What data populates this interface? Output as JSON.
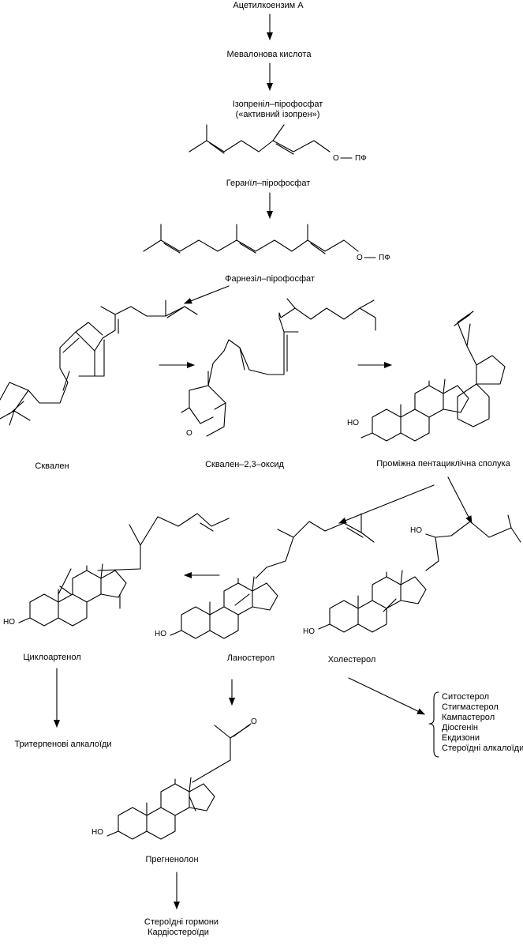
{
  "labels": {
    "acetyl_coa": "Ацетилкоензим А",
    "mevalonic_acid": "Мевалонова кислота",
    "isopentenyl_pp_line1": "Ізопреніл–пірофосфат",
    "isopentenyl_pp_line2": "(«активний ізопрен»)",
    "geranyl_pp": "Геранїл–пірофосфат",
    "farnesyl_pp": "Фарнезіл–пірофосфат",
    "squalene": "Сквален",
    "squalene_oxide": "Сквален–2,3–оксид",
    "pentacyclic": "Проміжна пентациклічна сполука",
    "cycloartenol": "Циклоартенол",
    "lanosterol": "Ланостерол",
    "cholesterol": "Холестерол",
    "triterpene_alkaloids": "Тритерпенові алкалоїди",
    "pregnenolone": "Прегненолон",
    "steroid_hormones": "Стероїдні гормони",
    "cardiosteroids": "Кардіостероїди"
  },
  "atoms": {
    "oxygen": "O",
    "pyrophosphate": "ПФ",
    "hydroxyl": "HO",
    "hydroxyl_cholesterol_side": "HO"
  },
  "derivatives": [
    "Ситостерол",
    "Стигмастерол",
    "Кампастерол",
    "Діосгенін",
    "Екдизони",
    "Стероїдні алкалоїди"
  ]
}
